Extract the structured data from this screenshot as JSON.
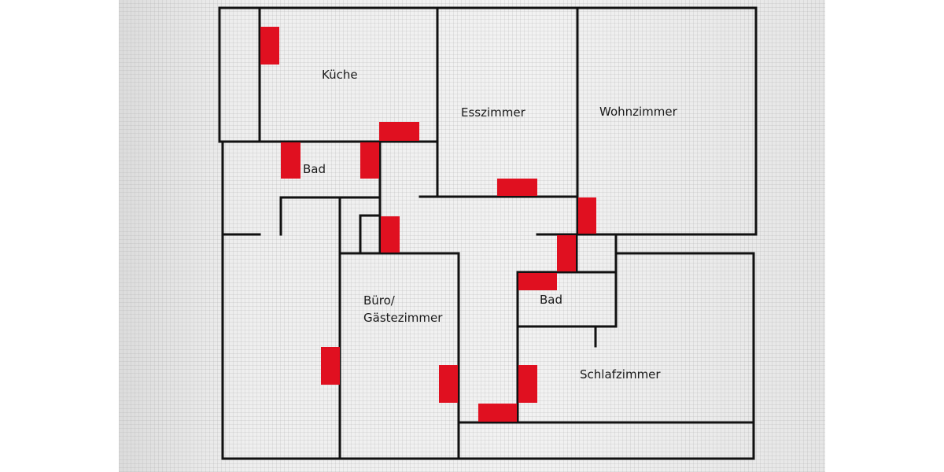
{
  "floor_plan": {
    "rooms": {
      "kueche": "Küche",
      "bad_upper": "Bad",
      "esszimmer": "Esszimmer",
      "wohnzimmer": "Wohnzimmer",
      "buero_line1": "Büro/",
      "buero_line2": "Gästezimmer",
      "bad_lower": "Bad",
      "schlafzimmer": "Schlafzimmer"
    },
    "colors": {
      "wall": "#111111",
      "radiator": "#e01020",
      "background": "#ececec"
    }
  }
}
